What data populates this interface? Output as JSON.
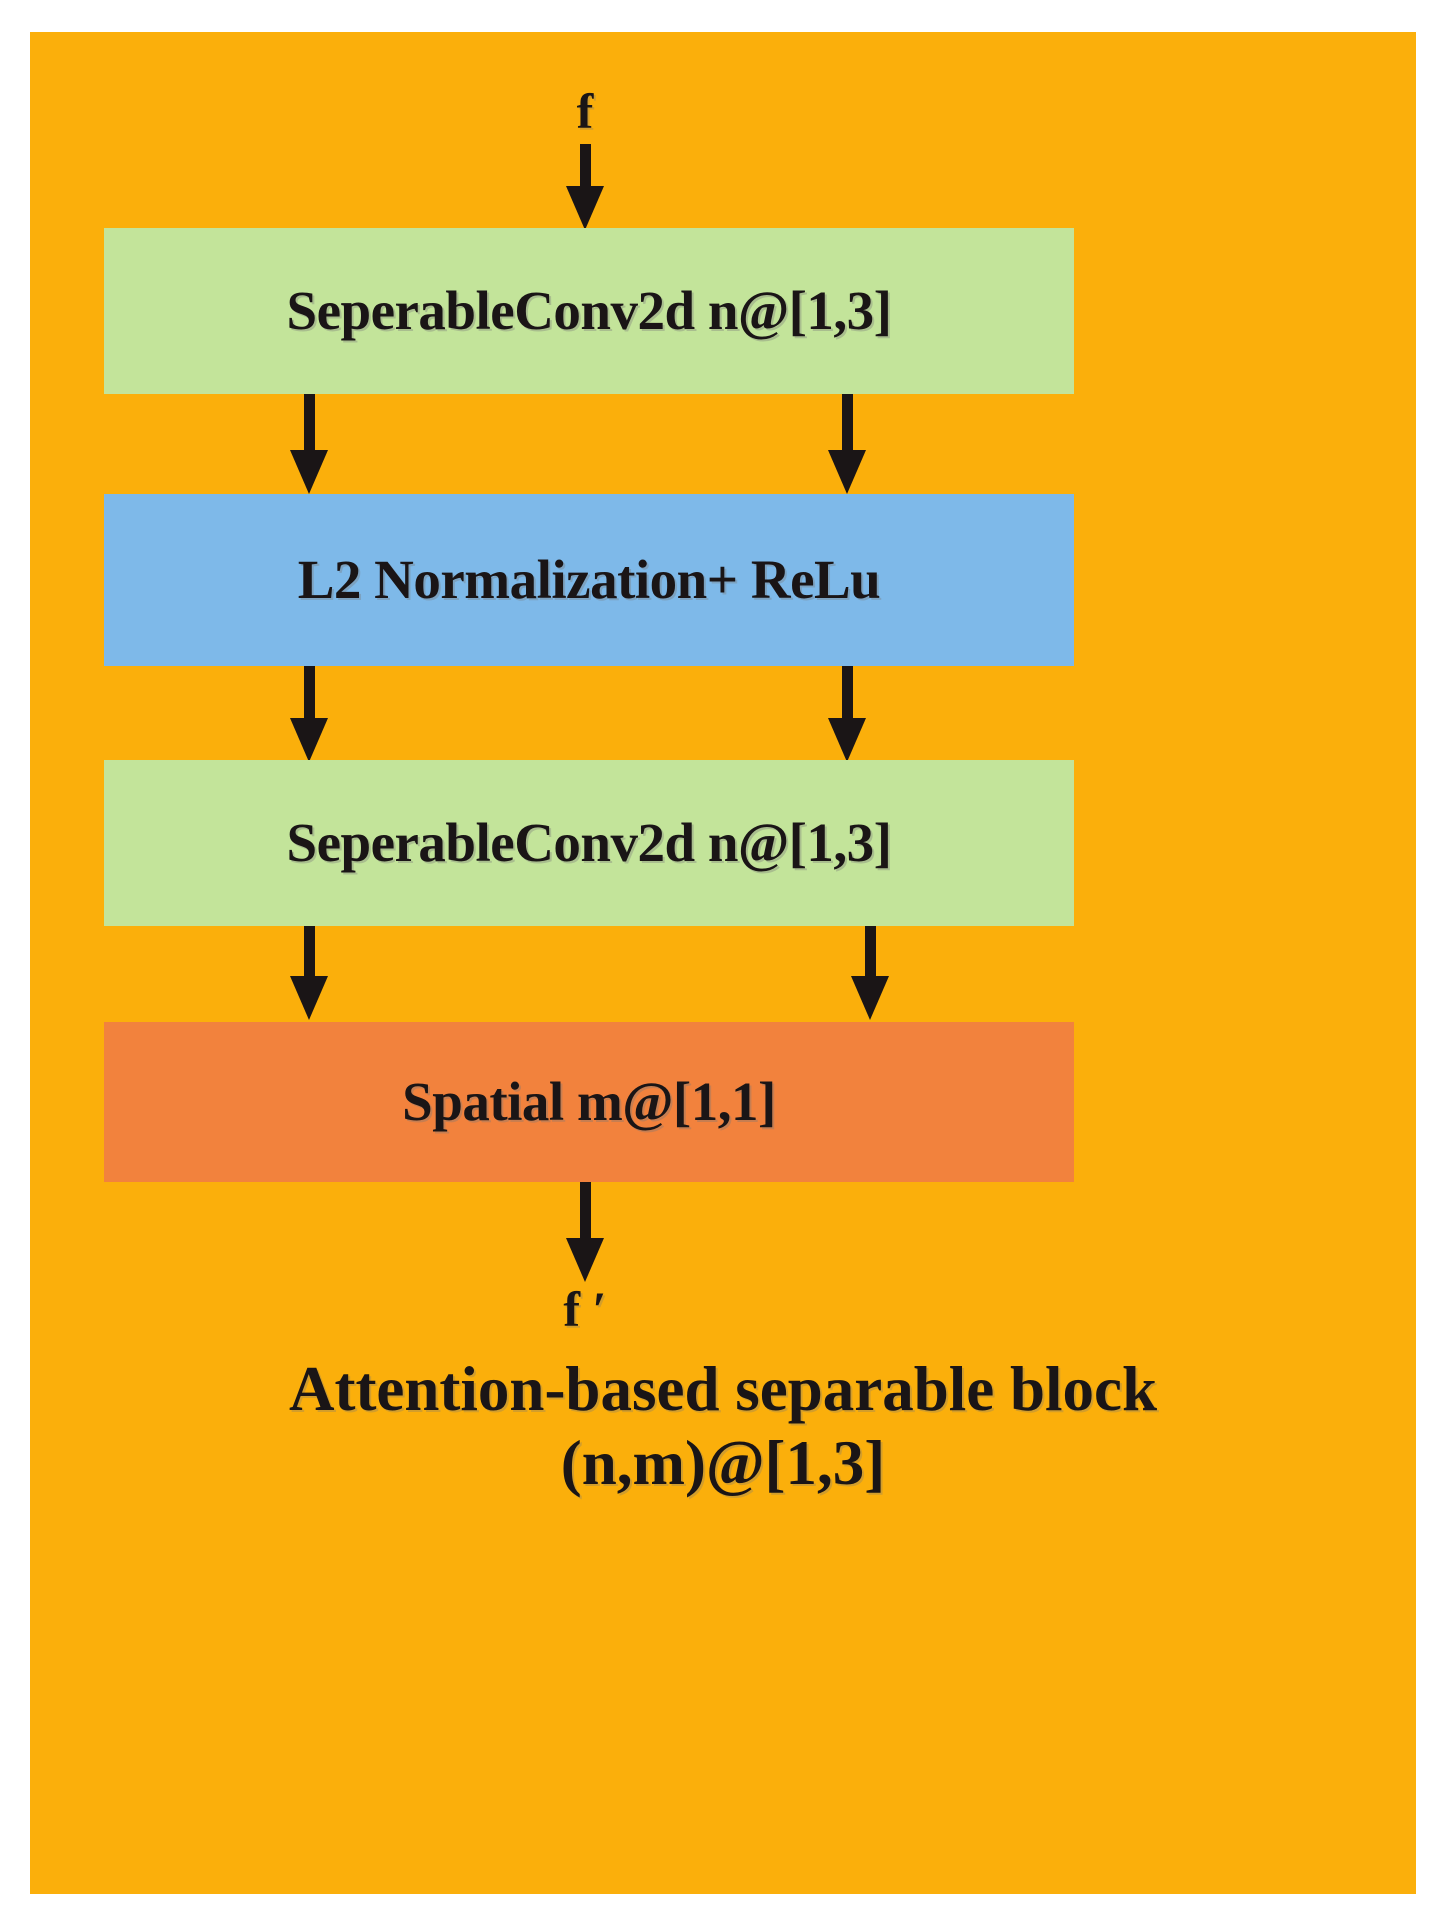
{
  "diagram": {
    "title_lines": [
      "Attention-based separable block",
      "(n,m)@[1,3]"
    ],
    "input_label": "f",
    "output_label": "f ′",
    "colors": {
      "panel_background": "#FBAF0B",
      "conv_block": "#C3E49A",
      "norm_block": "#7EB9E9",
      "spatial_block": "#F2823D",
      "text": "#1A1516",
      "page_background": "#FFFFFF"
    },
    "blocks": [
      {
        "id": "conv1",
        "label": "SeperableConv2d n@[1,3]",
        "color": "#C3E49A"
      },
      {
        "id": "norm",
        "label": "L2 Normalization+ ReLu",
        "color": "#7EB9E9"
      },
      {
        "id": "conv2",
        "label": "SeperableConv2d n@[1,3]",
        "color": "#C3E49A"
      },
      {
        "id": "spatial",
        "label": "Spatial m@[1,1]",
        "color": "#F2823D"
      }
    ],
    "arrows": [
      {
        "id": "in",
        "from": "f",
        "to": "conv1",
        "icon": "arrow-down-icon"
      },
      {
        "id": "c1n-left",
        "from": "conv1",
        "to": "norm",
        "icon": "arrow-down-icon"
      },
      {
        "id": "c1n-right",
        "from": "conv1",
        "to": "norm",
        "icon": "arrow-down-icon"
      },
      {
        "id": "nc2-left",
        "from": "norm",
        "to": "conv2",
        "icon": "arrow-down-icon"
      },
      {
        "id": "nc2-right",
        "from": "norm",
        "to": "conv2",
        "icon": "arrow-down-icon"
      },
      {
        "id": "c2s-left",
        "from": "conv2",
        "to": "spatial",
        "icon": "arrow-down-icon"
      },
      {
        "id": "c2s-right",
        "from": "conv2",
        "to": "spatial",
        "icon": "arrow-down-icon"
      },
      {
        "id": "out",
        "from": "spatial",
        "to": "f'",
        "icon": "arrow-down-icon"
      }
    ]
  }
}
